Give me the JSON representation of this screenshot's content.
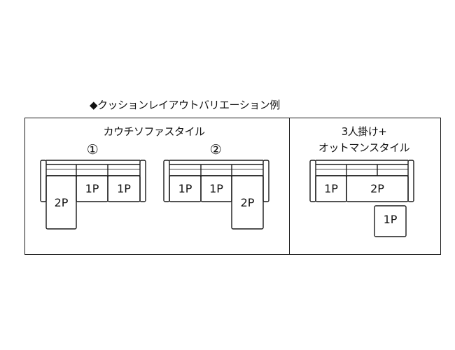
{
  "heading": "◆クッションレイアウトバリエーション例",
  "left_panel": {
    "title": "カウチソファスタイル",
    "variant1_label": "①",
    "variant2_label": "②",
    "variant1_seats": {
      "couch": "2P",
      "seat_a": "1P",
      "seat_b": "1P"
    },
    "variant2_seats": {
      "seat_a": "1P",
      "seat_b": "1P",
      "couch": "2P"
    }
  },
  "right_panel": {
    "title_line1": "3人掛け+",
    "title_line2": "オットマンスタイル",
    "seats": {
      "single": "1P",
      "double": "2P",
      "ottoman": "1P"
    }
  },
  "colors": {
    "line": "#1a1a1a",
    "background": "#ffffff"
  }
}
